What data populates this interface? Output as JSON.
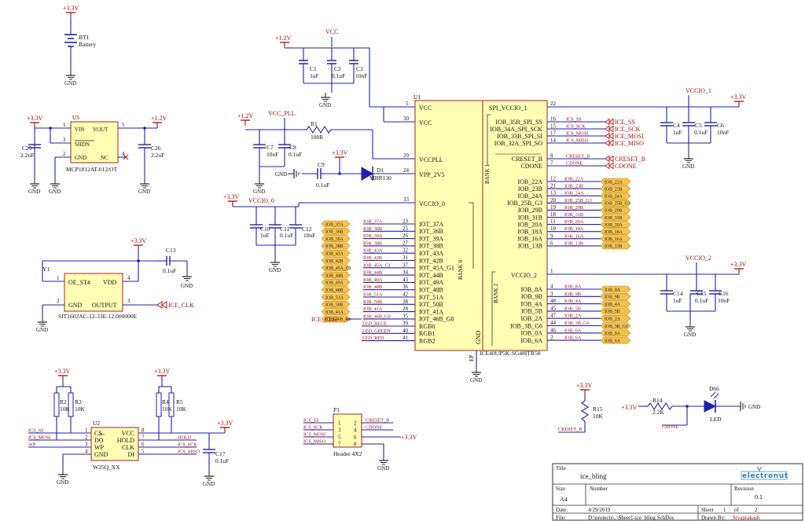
{
  "title_block": {
    "title_label": "Title",
    "title": "ice_bling",
    "size_label": "Size",
    "size": "A4",
    "number_label": "Number",
    "revision_label": "Revision",
    "revision": "0.1",
    "date_label": "Date:",
    "date": "4/29/2019",
    "sheet_label": "Sheet",
    "sheet_num": "1",
    "of_label": "of",
    "sheet_total": "2",
    "file_label": "File:",
    "file": "D:\\projects\\..\\Sheet1-ice_bling.SchDoc",
    "drawn_label": "Drawn By:",
    "drawn_by": "Sivaprakash",
    "logo": "electronut"
  },
  "power": {
    "v33": "+3.3V",
    "v12": "+1.2V",
    "vcc": "VCC",
    "vcc_pll": "VCC_PLL",
    "vccio0": "VCCIO_0",
    "vccio1": "VCCIO_1",
    "vccio2": "VCCIO_2",
    "gnd": "GND"
  },
  "bt1": {
    "ref": "BT1",
    "value": "Battery"
  },
  "u5": {
    "ref": "U5",
    "part": "MCP1812AT-012/OT",
    "pins": [
      {
        "num": "1",
        "name": "VIN"
      },
      {
        "num": "5",
        "name": "VOUT"
      },
      {
        "num": "3",
        "name": "SHDN"
      },
      {
        "num": "2",
        "name": "GND"
      },
      {
        "num": "4",
        "name": "NC"
      }
    ]
  },
  "c25": {
    "ref": "C25",
    "value": "2.2uF"
  },
  "c26": {
    "ref": "C26",
    "value": "2.2uF"
  },
  "decoupling_top": [
    {
      "ref": "C1",
      "value": "1uF"
    },
    {
      "ref": "C2",
      "value": "0.1uF"
    },
    {
      "ref": "C3",
      "value": "10nF"
    }
  ],
  "pll": {
    "c7": {
      "ref": "C7",
      "value": "10uF"
    },
    "c8": {
      "ref": "C8",
      "value": "0.1uF"
    },
    "r1": {
      "ref": "R1",
      "value": "100R"
    },
    "c9": {
      "ref": "C9",
      "value": "0.1uF"
    },
    "d1": {
      "ref": "D1",
      "value": "MBR130"
    }
  },
  "bank0_caps": [
    {
      "ref": "C10",
      "value": "1uF"
    },
    {
      "ref": "C11",
      "value": "0.1uF"
    },
    {
      "ref": "C12",
      "value": "10nF"
    }
  ],
  "bank1_caps": [
    {
      "ref": "C4",
      "value": "1uF"
    },
    {
      "ref": "C5",
      "value": "0.1uF"
    },
    {
      "ref": "C6",
      "value": "10nF"
    }
  ],
  "bank2_caps": [
    {
      "ref": "C14",
      "value": "1uF"
    },
    {
      "ref": "C15",
      "value": "0.1uF"
    },
    {
      "ref": "C16",
      "value": "10nF"
    }
  ],
  "y1": {
    "ref": "Y1",
    "part": "SIT1602AC-12-33E-12.000000E",
    "c13": {
      "ref": "C13",
      "value": "0.1uF"
    },
    "pins": [
      {
        "num": "1",
        "name": "OE_ST#"
      },
      {
        "num": "4",
        "name": "VDD"
      },
      {
        "num": "2",
        "name": "GND"
      },
      {
        "num": "3",
        "name": "OUTPUT"
      }
    ],
    "net": "ICE_CLK"
  },
  "u1": {
    "ref": "U1",
    "part": "ICE40UP5K-SG48ITR50",
    "bank0_label": "BANK 0",
    "bank1_label": "BANK 1",
    "bank2_label": "BANK 2",
    "power_left": [
      {
        "num": "5",
        "name": "VCC"
      },
      {
        "num": "30",
        "name": "VCC"
      },
      {
        "num": "29",
        "name": "VCCPLL"
      },
      {
        "num": "24",
        "name": "VPP_2V5"
      },
      {
        "num": "33",
        "name": "VCCIO_0"
      }
    ],
    "bank0": [
      {
        "num": "23",
        "name": "IOT_37A",
        "net": "IOB_37A"
      },
      {
        "num": "25",
        "name": "IOT_36B",
        "net": "IOB_36B"
      },
      {
        "num": "26",
        "name": "IOT_39A",
        "net": "IOB_39A"
      },
      {
        "num": "27",
        "name": "IOT_38B",
        "net": "IOB_38B"
      },
      {
        "num": "32",
        "name": "IOT_43A",
        "net": "IOB_43A"
      },
      {
        "num": "31",
        "name": "IOT_42B",
        "net": "IOB_42B"
      },
      {
        "num": "37",
        "name": "IOT_45A_G1",
        "net": "IOB_45A_G1"
      },
      {
        "num": "34",
        "name": "IOT_44B",
        "net": "IOB_44B"
      },
      {
        "num": "43",
        "name": "IOT_49A",
        "net": "IOB_49A"
      },
      {
        "num": "36",
        "name": "IOT_48B",
        "net": "IOB_48B"
      },
      {
        "num": "42",
        "name": "IOT_51A",
        "net": "IOB_51A"
      },
      {
        "num": "38",
        "name": "IOT_50B",
        "net": "IOB_50B"
      },
      {
        "num": "28",
        "name": "IOT_41A",
        "net": "IOB_41A"
      },
      {
        "num": "35",
        "name": "IOT_46B_G0",
        "net": "IOB_46B_G0"
      }
    ],
    "rgb": [
      {
        "num": "39",
        "name": "RGB0",
        "net": "LED_BLUE"
      },
      {
        "num": "40",
        "name": "RGB1",
        "net": "LED_GREEN"
      },
      {
        "num": "41",
        "name": "RGB2",
        "net": "LED_RED"
      }
    ],
    "spi": [
      {
        "num": "22",
        "name": "SPI_VCCIO_1"
      },
      {
        "num": "16",
        "name": "IOB_35B_SPI_SS",
        "net": "ICS_SS",
        "flag": "ICE_SS"
      },
      {
        "num": "15",
        "name": "IOB_34A_SPI_SCK",
        "net": "ICS_SCK",
        "flag": "ICE_SCK"
      },
      {
        "num": "17",
        "name": "IOB_33B_SPI_SI",
        "net": "ICS_MOSI",
        "flag": "ICE_MOSI"
      },
      {
        "num": "14",
        "name": "IOB_32A_SPI_SO",
        "net": "ICS_MISO",
        "flag": "ICE_MISO"
      },
      {
        "num": "8",
        "name": "CRESET_B",
        "net": "CRESET_B",
        "flag": "CRESET_B"
      },
      {
        "num": "7",
        "name": "CDONE",
        "net": "CDONE",
        "flag": "CDONE"
      }
    ],
    "bank1": [
      {
        "num": "12",
        "name": "IOB_22A",
        "net": "IOB_22A"
      },
      {
        "num": "21",
        "name": "IOB_23B",
        "net": "IOB_23B"
      },
      {
        "num": "13",
        "name": "IOB_24A",
        "net": "IOB_24A"
      },
      {
        "num": "20",
        "name": "IOB_25B_G3",
        "net": "IOB_25B_G3"
      },
      {
        "num": "19",
        "name": "IOB_29B",
        "net": "IOB_29B"
      },
      {
        "num": "18",
        "name": "IOB_31B",
        "net": "IOB_31B"
      },
      {
        "num": "11",
        "name": "IOB_20A",
        "net": "IOB_20A"
      },
      {
        "num": "10",
        "name": "IOB_18A",
        "net": "IOB_18A"
      },
      {
        "num": "9",
        "name": "IOB_16A",
        "net": "IOB_16A"
      },
      {
        "num": "6",
        "name": "IOB_13B",
        "net": "IOB_13B"
      }
    ],
    "bank2_power": {
      "num": "1",
      "name": "VCCIO_2"
    },
    "bank2": [
      {
        "num": "4",
        "name": "IOB_8A",
        "net": "IOB_8A"
      },
      {
        "num": "3",
        "name": "IOB_9B",
        "net": "IOB_9B"
      },
      {
        "num": "48",
        "name": "IOB_4A",
        "net": "IOB_4A"
      },
      {
        "num": "45",
        "name": "IOB_5B",
        "net": "IOB_5B"
      },
      {
        "num": "47",
        "name": "IOB_2A",
        "net": "IOB_2A"
      },
      {
        "num": "44",
        "name": "IOB_3B_G6",
        "net": "IOB_3B_G6"
      },
      {
        "num": "46",
        "name": "IOB_0A",
        "net": "IOB_0A"
      },
      {
        "num": "2",
        "name": "IOB_6A",
        "net": "IOB_6A"
      }
    ],
    "gnd_pin": {
      "num": "EP",
      "name": "GND"
    }
  },
  "u2": {
    "ref": "U2",
    "part": "W25Q_XX",
    "r2": {
      "ref": "R2",
      "value": "10K"
    },
    "r3": {
      "ref": "R3",
      "value": "10K"
    },
    "r4": {
      "ref": "R4",
      "value": "10K"
    },
    "r5": {
      "ref": "R5",
      "value": "10K"
    },
    "c17": {
      "ref": "C17",
      "value": "0.1uF"
    },
    "left": [
      {
        "num": "1",
        "name": "CS",
        "net": "ICS_SS"
      },
      {
        "num": "2",
        "name": "DO",
        "net": "ICS_MOSI"
      },
      {
        "num": "3",
        "name": "WP",
        "net": "WP"
      },
      {
        "num": "4",
        "name": "GND",
        "net": ""
      }
    ],
    "right": [
      {
        "num": "8",
        "name": "VCC",
        "net": ""
      },
      {
        "num": "7",
        "name": "HOLD",
        "net": "HOLD"
      },
      {
        "num": "6",
        "name": "CLK",
        "net": "ICS_SCK"
      },
      {
        "num": "5",
        "name": "DI",
        "net": "ICS_MISO"
      }
    ]
  },
  "p1": {
    "ref": "P1",
    "part": "Header 4X2",
    "left": [
      {
        "num": "1",
        "net": "ICS_SS"
      },
      {
        "num": "3",
        "net": "ICS_SCK"
      },
      {
        "num": "5",
        "net": "ICS_MOSI"
      },
      {
        "num": "7",
        "net": "ICS_MISO"
      }
    ],
    "right": [
      {
        "num": "2",
        "net": "CRESET_B"
      },
      {
        "num": "4",
        "net": "CDONE"
      },
      {
        "num": "6",
        "net": ""
      },
      {
        "num": "8",
        "net": ""
      }
    ]
  },
  "r15": {
    "ref": "R15",
    "value": "10K",
    "net": "CRESET_B"
  },
  "r14": {
    "ref": "R14",
    "value": "2.2K",
    "net": "CDONE"
  },
  "d66": {
    "ref": "D66",
    "value": "LED"
  }
}
